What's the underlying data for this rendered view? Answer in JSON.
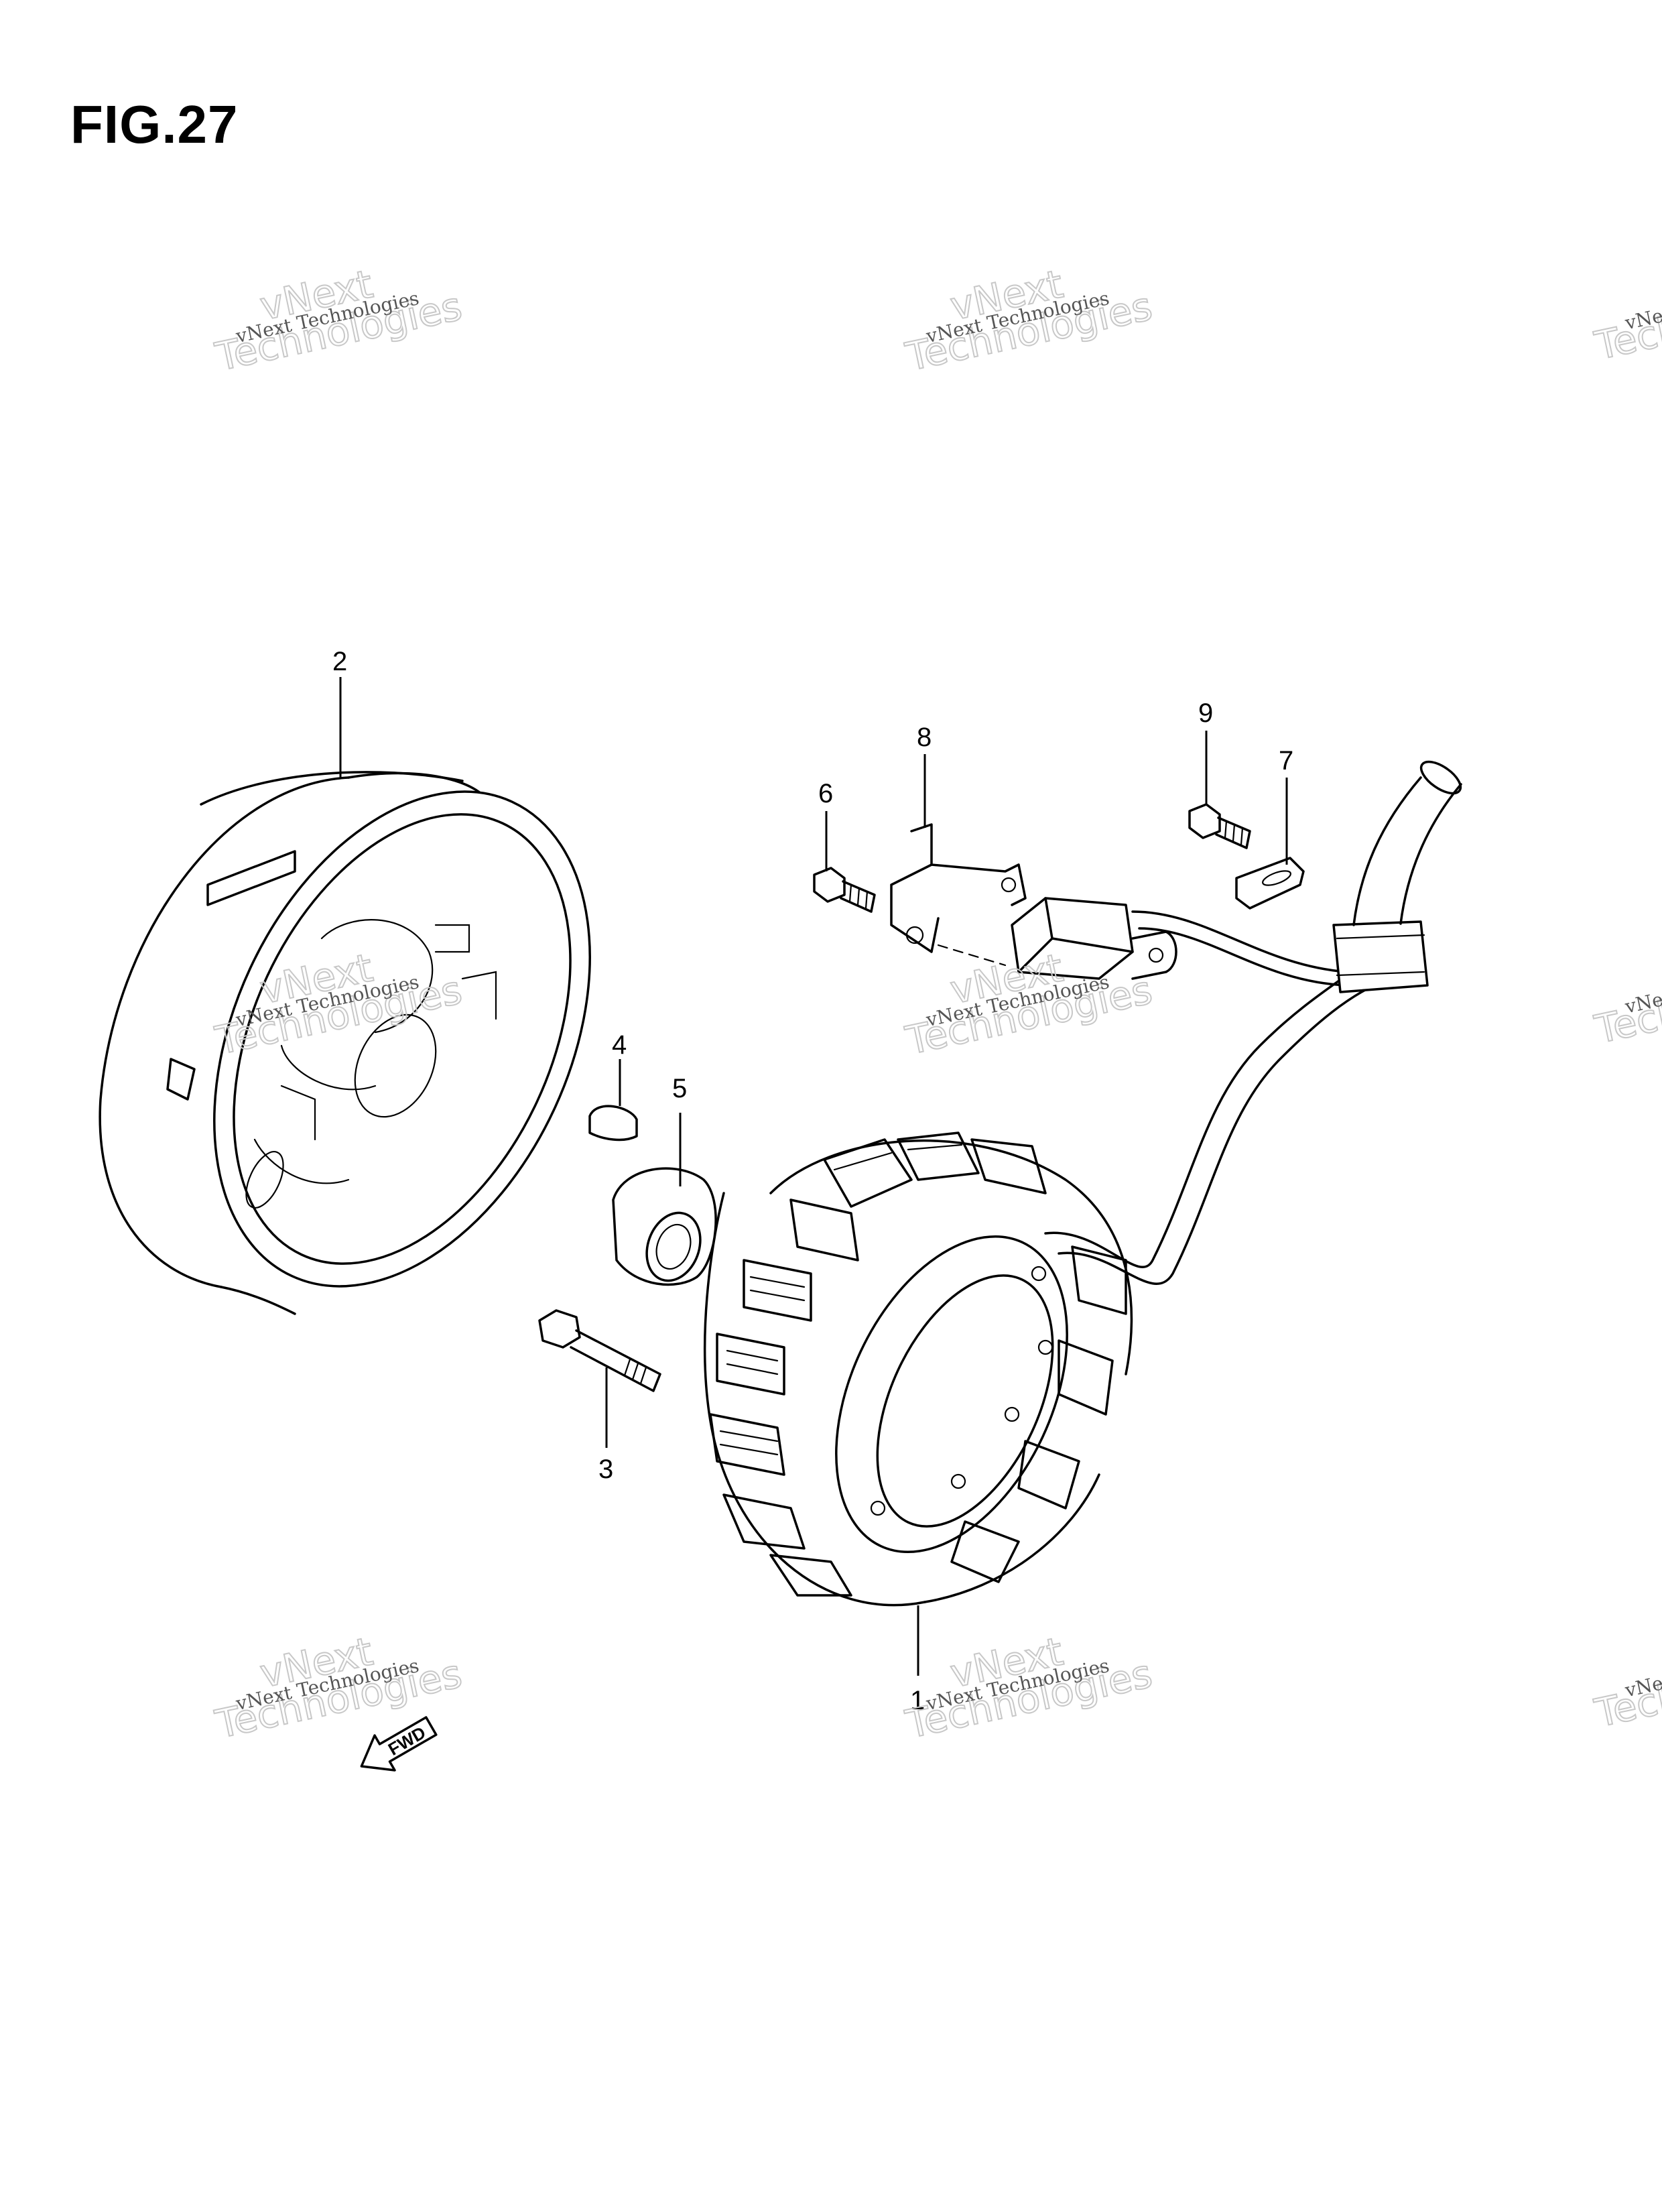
{
  "figure": {
    "title": "FIG.27"
  },
  "callouts": [
    {
      "id": "callout-1",
      "label": "1"
    },
    {
      "id": "callout-2",
      "label": "2"
    },
    {
      "id": "callout-3",
      "label": "3"
    },
    {
      "id": "callout-4",
      "label": "4"
    },
    {
      "id": "callout-5",
      "label": "5"
    },
    {
      "id": "callout-6",
      "label": "6"
    },
    {
      "id": "callout-7",
      "label": "7"
    },
    {
      "id": "callout-8",
      "label": "8"
    },
    {
      "id": "callout-9",
      "label": "9"
    }
  ],
  "watermark": {
    "line1": "vNext",
    "line2": "Technologies",
    "caption": "vNext Technologies"
  },
  "direction_arrow": {
    "label": "FWD"
  }
}
